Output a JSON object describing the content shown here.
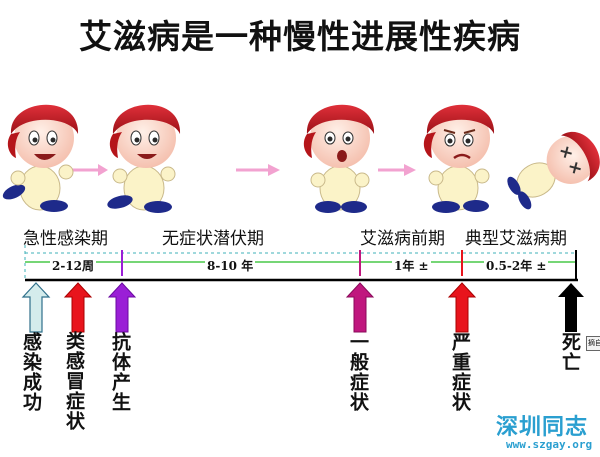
{
  "title": "艾滋病是一种慢性进展性疾病",
  "stages": [
    {
      "label": "急性感染期"
    },
    {
      "label": "无症状潜伏期"
    },
    {
      "label": "艾滋病前期"
    },
    {
      "label": "典型艾滋病期"
    }
  ],
  "durations": [
    "2-12周",
    "8-10 年",
    "1年 ±",
    "0.5-2年 ±"
  ],
  "events": [
    {
      "label": "感染成功",
      "color": "#d4ecec"
    },
    {
      "label": "类感冒症状",
      "color": "#e8141c"
    },
    {
      "label": "抗体产生",
      "color": "#9a1fd6"
    },
    {
      "label": "一般症状",
      "color": "#c0177e"
    },
    {
      "label": "严重症状",
      "color": "#e8141c"
    },
    {
      "label": "死亡",
      "color": "#000000"
    }
  ],
  "colors": {
    "timeline_dashed": "#3fb0b8",
    "timeline_green": "#48c848",
    "timeline_axis": "#000000",
    "tick_purple": "#9a1fd6",
    "tick_magenta": "#c0177e",
    "tick_red": "#e8141c",
    "arrow_pink": "#f2a2d0",
    "hair": "#b5151a",
    "skin": "#fbd2c0",
    "shirt": "#fbf3c8"
  },
  "characters": [
    {
      "mood": "happy"
    },
    {
      "mood": "happy"
    },
    {
      "mood": "sick"
    },
    {
      "mood": "worried"
    },
    {
      "mood": "collapsed"
    }
  ],
  "watermark": {
    "line1": "深圳同志",
    "line2": "www.szgay.org"
  },
  "source_tab": "摘自"
}
